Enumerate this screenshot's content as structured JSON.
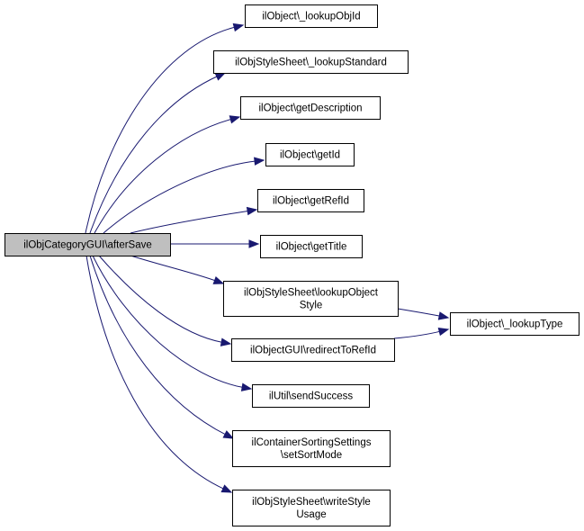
{
  "graph": {
    "root": {
      "id": "root",
      "lines": [
        "ilObjCategoryGUI\\afterSave"
      ]
    },
    "nodes": [
      {
        "id": "n1",
        "lines": [
          "ilObject\\_lookupObjId"
        ]
      },
      {
        "id": "n2",
        "lines": [
          "ilObjStyleSheet\\_lookupStandard"
        ]
      },
      {
        "id": "n3",
        "lines": [
          "ilObject\\getDescription"
        ]
      },
      {
        "id": "n4",
        "lines": [
          "ilObject\\getId"
        ]
      },
      {
        "id": "n5",
        "lines": [
          "ilObject\\getRefId"
        ]
      },
      {
        "id": "n6",
        "lines": [
          "ilObject\\getTitle"
        ]
      },
      {
        "id": "n7",
        "lines": [
          "ilObjStyleSheet\\lookupObject",
          "Style"
        ]
      },
      {
        "id": "n8",
        "lines": [
          "ilObjectGUI\\redirectToRefId"
        ]
      },
      {
        "id": "n9",
        "lines": [
          "ilUtil\\sendSuccess"
        ]
      },
      {
        "id": "n10",
        "lines": [
          "ilContainerSortingSettings",
          "\\setSortMode"
        ]
      },
      {
        "id": "n11",
        "lines": [
          "ilObjStyleSheet\\writeStyle",
          "Usage"
        ]
      },
      {
        "id": "n12",
        "lines": [
          "ilObject\\_lookupType"
        ]
      }
    ],
    "edges": [
      {
        "from": "root",
        "to": "n1"
      },
      {
        "from": "root",
        "to": "n2"
      },
      {
        "from": "root",
        "to": "n3"
      },
      {
        "from": "root",
        "to": "n4"
      },
      {
        "from": "root",
        "to": "n5"
      },
      {
        "from": "root",
        "to": "n6"
      },
      {
        "from": "root",
        "to": "n7"
      },
      {
        "from": "root",
        "to": "n8"
      },
      {
        "from": "root",
        "to": "n9"
      },
      {
        "from": "root",
        "to": "n10"
      },
      {
        "from": "root",
        "to": "n11"
      },
      {
        "from": "n7",
        "to": "n12"
      },
      {
        "from": "n8",
        "to": "n12"
      }
    ],
    "colors": {
      "edge": "#191970",
      "root_fill": "#bfbfbf",
      "node_fill": "#ffffff",
      "border": "#000000"
    }
  }
}
